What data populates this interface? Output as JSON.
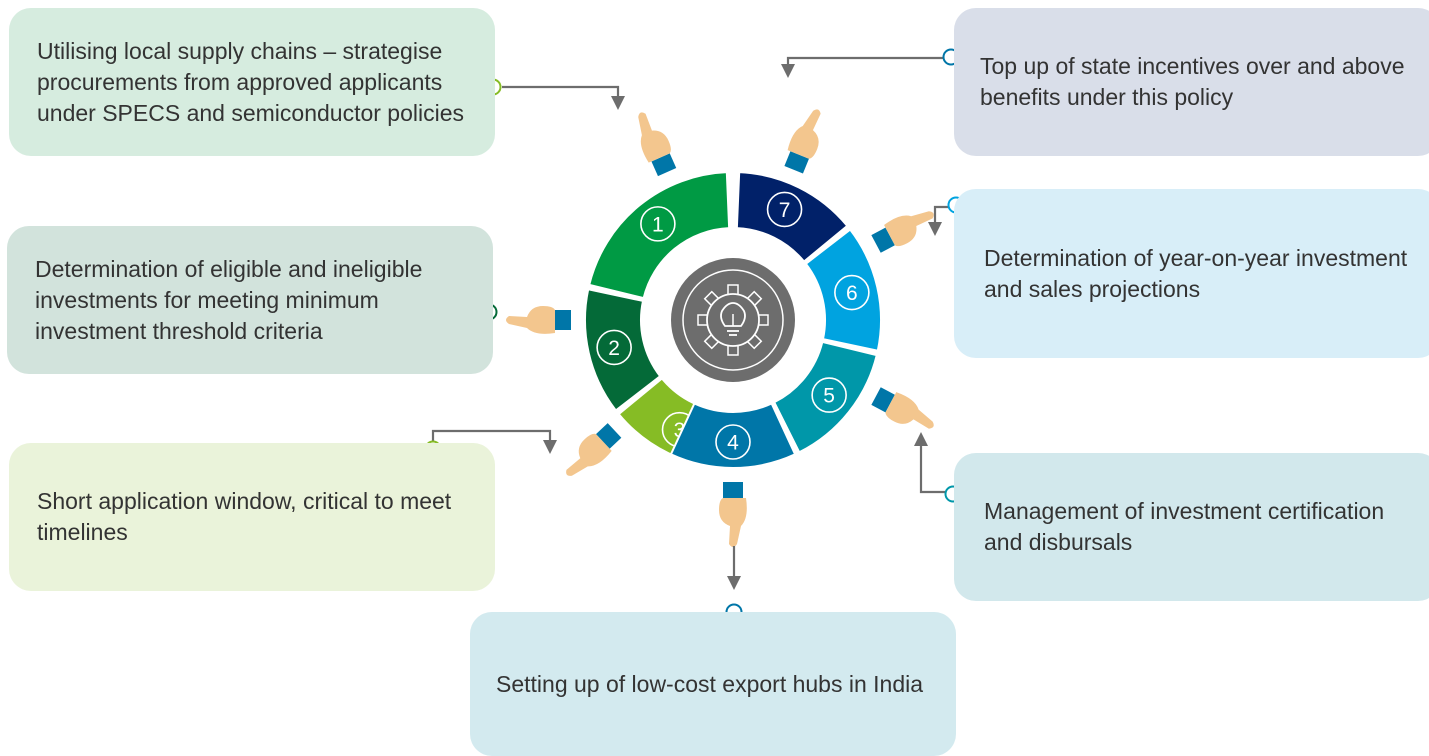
{
  "steps": [
    {
      "number": "1",
      "text": "Utilising local supply chains – strategise procurements from approved applicants under SPECS and semiconductor policies",
      "color": "#009a44"
    },
    {
      "number": "2",
      "text": "Determination of eligible and ineligible investments for meeting minimum investment threshold criteria",
      "color": "#046a38"
    },
    {
      "number": "3",
      "text": "Short application window, critical to meet timelines",
      "color": "#86bc25"
    },
    {
      "number": "4",
      "text": "Setting up of low-cost export hubs in India",
      "color": "#0076a8"
    },
    {
      "number": "5",
      "text": "Management of investment certification and disbursals",
      "color": "#0097a9"
    },
    {
      "number": "6",
      "text": "Determination of year-on-year investment and sales projections",
      "color": "#00a3e0"
    },
    {
      "number": "7",
      "text": "Top up of state incentives over and above benefits under this policy",
      "color": "#012169"
    }
  ],
  "center_icon": "gear-lightbulb-icon",
  "hand_icon": "pointing-hand-icon",
  "colors": {
    "arrow": "#6d6d6d",
    "hub": "#6d6d6d",
    "cuff": "#0076a8",
    "skin": "#f3c68e"
  }
}
